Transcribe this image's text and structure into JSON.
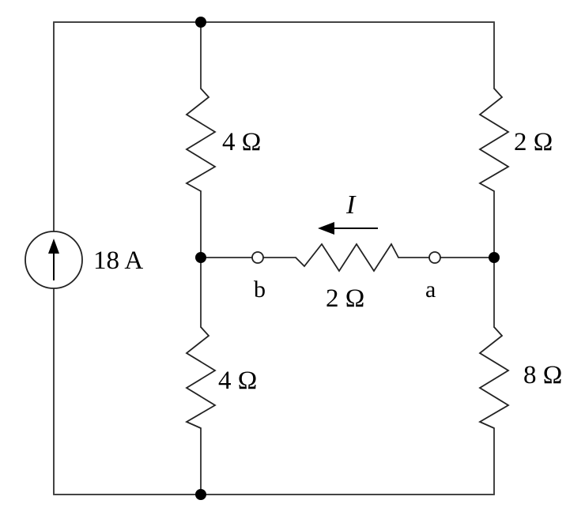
{
  "diagram": {
    "source_label": "18 A",
    "resistor_top_left": "4 Ω",
    "resistor_top_right": "2 Ω",
    "resistor_middle": "2 Ω",
    "resistor_bottom_left": "4 Ω",
    "resistor_bottom_right": "8 Ω",
    "current_label": "I",
    "terminal_a": "a",
    "terminal_b": "b"
  },
  "colors": {
    "wire": "#444444",
    "background": "#ffffff"
  }
}
